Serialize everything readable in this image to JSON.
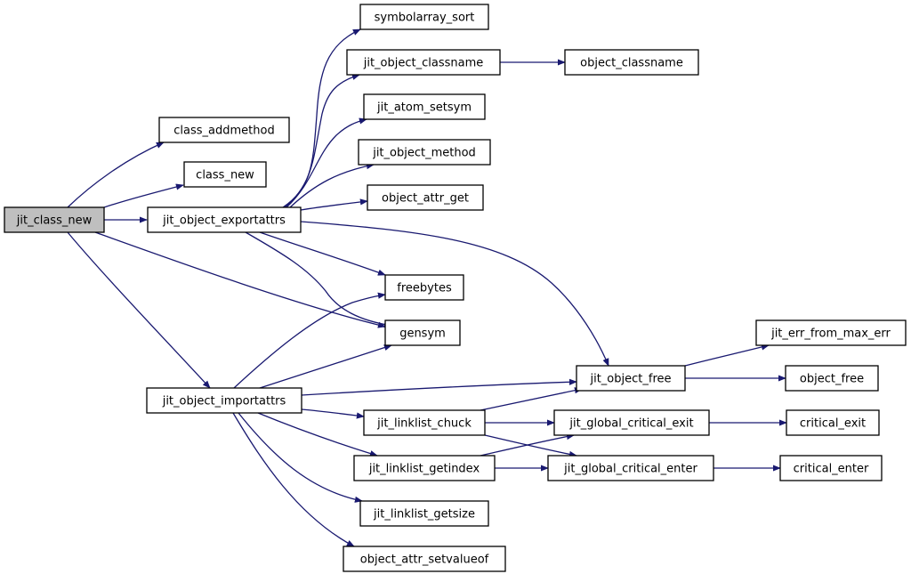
{
  "graph": {
    "colors": {
      "edge": "#191970",
      "node_border": "#000000",
      "node_fill": "#ffffff",
      "root_fill": "#bfbfbf",
      "text": "#000000"
    },
    "nodes": [
      {
        "id": "jit_class_new",
        "label": "jit_class_new",
        "root": true
      },
      {
        "id": "class_addmethod",
        "label": "class_addmethod"
      },
      {
        "id": "class_new",
        "label": "class_new"
      },
      {
        "id": "jit_object_exportattrs",
        "label": "jit_object_exportattrs"
      },
      {
        "id": "gensym",
        "label": "gensym"
      },
      {
        "id": "jit_object_importattrs",
        "label": "jit_object_importattrs"
      },
      {
        "id": "symbolarray_sort",
        "label": "symbolarray_sort"
      },
      {
        "id": "jit_object_classname",
        "label": "jit_object_classname"
      },
      {
        "id": "object_classname",
        "label": "object_classname"
      },
      {
        "id": "jit_atom_setsym",
        "label": "jit_atom_setsym"
      },
      {
        "id": "jit_object_method",
        "label": "jit_object_method"
      },
      {
        "id": "object_attr_get",
        "label": "object_attr_get"
      },
      {
        "id": "freebytes",
        "label": "freebytes"
      },
      {
        "id": "jit_object_free",
        "label": "jit_object_free"
      },
      {
        "id": "jit_err_from_max_err",
        "label": "jit_err_from_max_err"
      },
      {
        "id": "object_free",
        "label": "object_free"
      },
      {
        "id": "jit_linklist_chuck",
        "label": "jit_linklist_chuck"
      },
      {
        "id": "jit_global_critical_exit",
        "label": "jit_global_critical_exit"
      },
      {
        "id": "critical_exit",
        "label": "critical_exit"
      },
      {
        "id": "jit_linklist_getindex",
        "label": "jit_linklist_getindex"
      },
      {
        "id": "jit_global_critical_enter",
        "label": "jit_global_critical_enter"
      },
      {
        "id": "critical_enter",
        "label": "critical_enter"
      },
      {
        "id": "jit_linklist_getsize",
        "label": "jit_linklist_getsize"
      },
      {
        "id": "object_attr_setvalueof",
        "label": "object_attr_setvalueof"
      }
    ],
    "edges": [
      {
        "from": "jit_class_new",
        "to": "class_addmethod"
      },
      {
        "from": "jit_class_new",
        "to": "class_new"
      },
      {
        "from": "jit_class_new",
        "to": "jit_object_exportattrs"
      },
      {
        "from": "jit_class_new",
        "to": "gensym"
      },
      {
        "from": "jit_class_new",
        "to": "jit_object_importattrs"
      },
      {
        "from": "jit_object_exportattrs",
        "to": "symbolarray_sort"
      },
      {
        "from": "jit_object_exportattrs",
        "to": "jit_object_classname"
      },
      {
        "from": "jit_object_exportattrs",
        "to": "jit_atom_setsym"
      },
      {
        "from": "jit_object_exportattrs",
        "to": "jit_object_method"
      },
      {
        "from": "jit_object_exportattrs",
        "to": "object_attr_get"
      },
      {
        "from": "jit_object_exportattrs",
        "to": "jit_object_free"
      },
      {
        "from": "jit_object_exportattrs",
        "to": "freebytes"
      },
      {
        "from": "jit_object_exportattrs",
        "to": "gensym"
      },
      {
        "from": "jit_object_classname",
        "to": "object_classname"
      },
      {
        "from": "jit_object_importattrs",
        "to": "freebytes"
      },
      {
        "from": "jit_object_importattrs",
        "to": "gensym"
      },
      {
        "from": "jit_object_importattrs",
        "to": "jit_object_free"
      },
      {
        "from": "jit_object_importattrs",
        "to": "jit_linklist_chuck"
      },
      {
        "from": "jit_object_importattrs",
        "to": "jit_linklist_getindex"
      },
      {
        "from": "jit_object_importattrs",
        "to": "jit_linklist_getsize"
      },
      {
        "from": "jit_object_importattrs",
        "to": "object_attr_setvalueof"
      },
      {
        "from": "jit_object_free",
        "to": "jit_err_from_max_err"
      },
      {
        "from": "jit_object_free",
        "to": "object_free"
      },
      {
        "from": "jit_linklist_chuck",
        "to": "jit_object_free"
      },
      {
        "from": "jit_linklist_chuck",
        "to": "jit_global_critical_exit"
      },
      {
        "from": "jit_linklist_chuck",
        "to": "jit_global_critical_enter"
      },
      {
        "from": "jit_linklist_getindex",
        "to": "jit_global_critical_exit"
      },
      {
        "from": "jit_linklist_getindex",
        "to": "jit_global_critical_enter"
      },
      {
        "from": "jit_global_critical_exit",
        "to": "critical_exit"
      },
      {
        "from": "jit_global_critical_enter",
        "to": "critical_enter"
      }
    ]
  }
}
